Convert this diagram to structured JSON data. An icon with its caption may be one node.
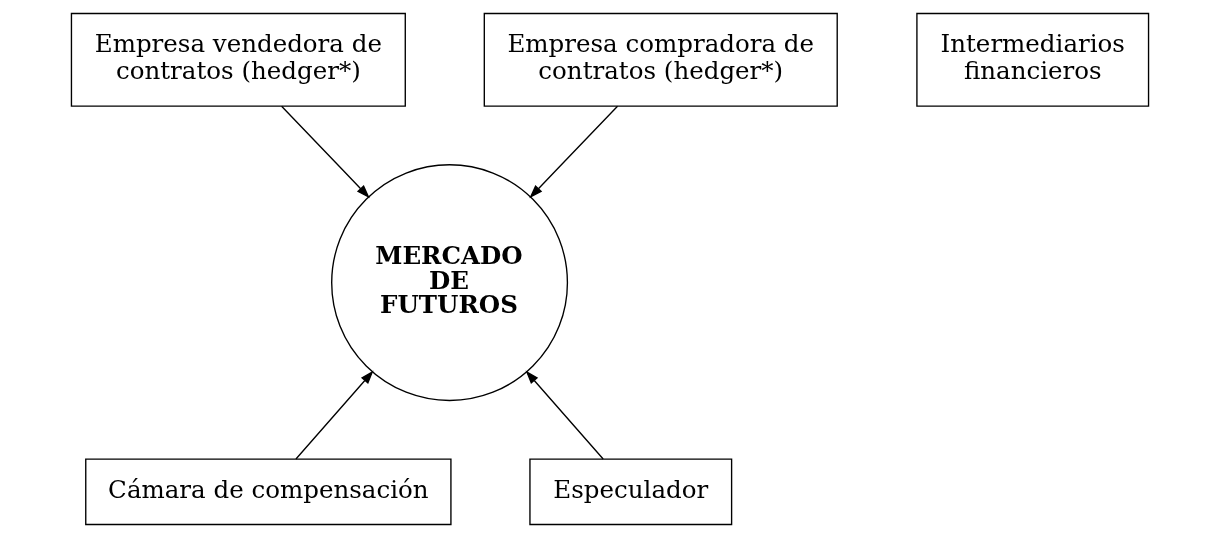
{
  "diagram": {
    "nodes": [
      {
        "text": [
          "Empresa vendedora de contratos (hedger*)"
        ]
      },
      {
        "text": [
          "Intermediarios financieros"
        ]
      },
      {
        "text": [
          "Empresa compradora de contratos (hedger*)"
        ]
      },
      {
        "text": [
          "MERCADO DE FUTUROS"
        ]
      },
      {
        "text": [
          "Cámara de compensación"
        ]
      },
      {
        "text": [
          "Especulador"
        ]
      }
    ],
    "edges": [
      {
        "from": 0,
        "to": 3,
        "arrow": "to"
      },
      {
        "from": 2,
        "to": 3,
        "arrow": "to"
      },
      {
        "from": 4,
        "to": 3,
        "arrow": "to"
      },
      {
        "from": 5,
        "to": 3,
        "arrow": "to"
      }
    ]
  }
}
